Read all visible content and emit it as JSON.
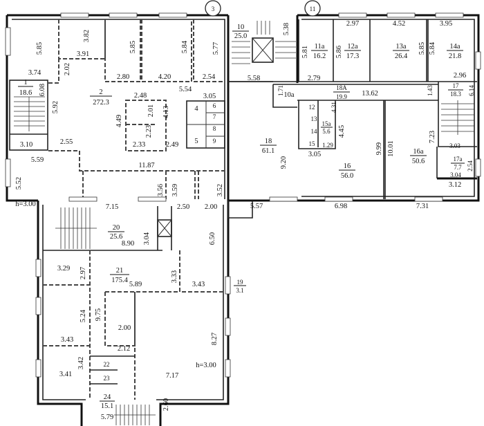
{
  "markers": [
    "3",
    "11"
  ],
  "heights": [
    "h=3.00",
    "h=3.00"
  ],
  "rooms": [
    {
      "number": "1",
      "area": "18.6"
    },
    {
      "number": "2",
      "area": "272.3"
    },
    {
      "number": "4"
    },
    {
      "number": "5"
    },
    {
      "number": "6"
    },
    {
      "number": "7"
    },
    {
      "number": "8"
    },
    {
      "number": "9"
    },
    {
      "number": "10",
      "area": "25.0"
    },
    {
      "number": "10a"
    },
    {
      "number": "11a",
      "area": "16.2"
    },
    {
      "number": "12a",
      "area": "17.3"
    },
    {
      "number": "13a",
      "area": "26.4"
    },
    {
      "number": "14a",
      "area": "21.8"
    },
    {
      "number": "18A",
      "area": "19.9"
    },
    {
      "number": "17",
      "area": "18.3"
    },
    {
      "number": "12"
    },
    {
      "number": "13"
    },
    {
      "number": "14"
    },
    {
      "number": "15"
    },
    {
      "number": "15a",
      "area": "5.6"
    },
    {
      "number": "18",
      "area": "61.1"
    },
    {
      "number": "16a",
      "area": "50.6"
    },
    {
      "number": "17a",
      "area": "7.7"
    },
    {
      "number": "16",
      "area": "56.0"
    },
    {
      "number": "19",
      "area": "3.1"
    },
    {
      "number": "20",
      "area": "25.6"
    },
    {
      "number": "21",
      "area": "175.4"
    },
    {
      "number": "22"
    },
    {
      "number": "23"
    },
    {
      "number": "24",
      "area": "15.1"
    }
  ],
  "dims": [
    "5.85",
    "3.82",
    "3.91",
    "5.85",
    "5.84",
    "5.77",
    "3.74",
    "2.02",
    "2.80",
    "4.20",
    "2.54",
    "6.08",
    "5.92",
    "2.48",
    "5.54",
    "3.05",
    "2.01",
    "4.49",
    "4.13",
    "2.23",
    "2.33",
    "2.49",
    "3.10",
    "2.55",
    "5.59",
    "11.87",
    "5.52",
    "3.56",
    "3.59",
    "3.52",
    "7.15",
    "2.50",
    "2.00",
    "5.38",
    "5.81",
    "5.86",
    "2.97",
    "4.52",
    "3.95",
    "5.85",
    "5.84",
    "5.58",
    "2.79",
    "2.96",
    "1.71",
    "13.62",
    "1.43",
    "6.14",
    "4.31",
    "4.45",
    "1.29",
    "3.05",
    "9.20",
    "9.99",
    "10.01",
    "7.23",
    "3.03",
    "2.54",
    "3.04",
    "3.12",
    "5.57",
    "6.98",
    "7.31",
    "8.90",
    "3.04",
    "6.50",
    "3.29",
    "2.97",
    "5.89",
    "3.33",
    "3.43",
    "5.24",
    "9.75",
    "2.00",
    "3.43",
    "2.12",
    "8.27",
    "3.42",
    "3.41",
    "7.17",
    "5.79",
    "2.60"
  ]
}
